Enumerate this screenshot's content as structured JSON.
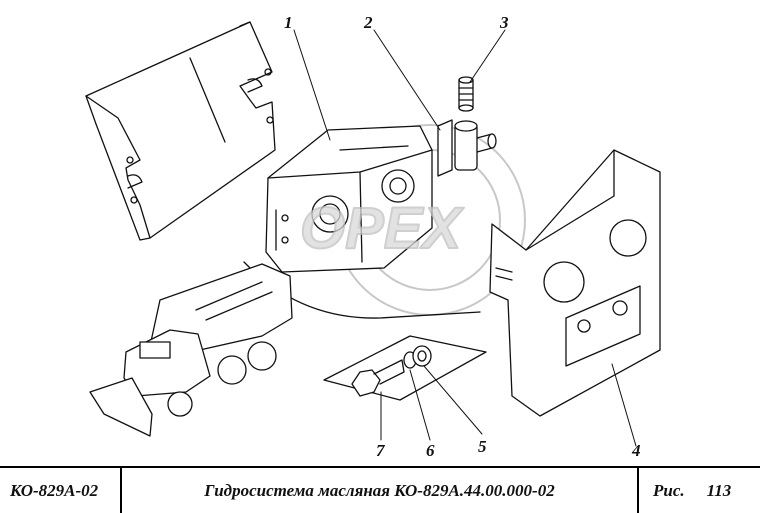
{
  "callouts": [
    "1",
    "2",
    "3",
    "4",
    "5",
    "6",
    "7"
  ],
  "watermark_text": "OPEX",
  "title_block": {
    "code": "КО-829А-02",
    "title": "Гидросистема масляная КО-829А.44.00.000-02",
    "fig_label": "Рис.",
    "fig_number": "113"
  }
}
